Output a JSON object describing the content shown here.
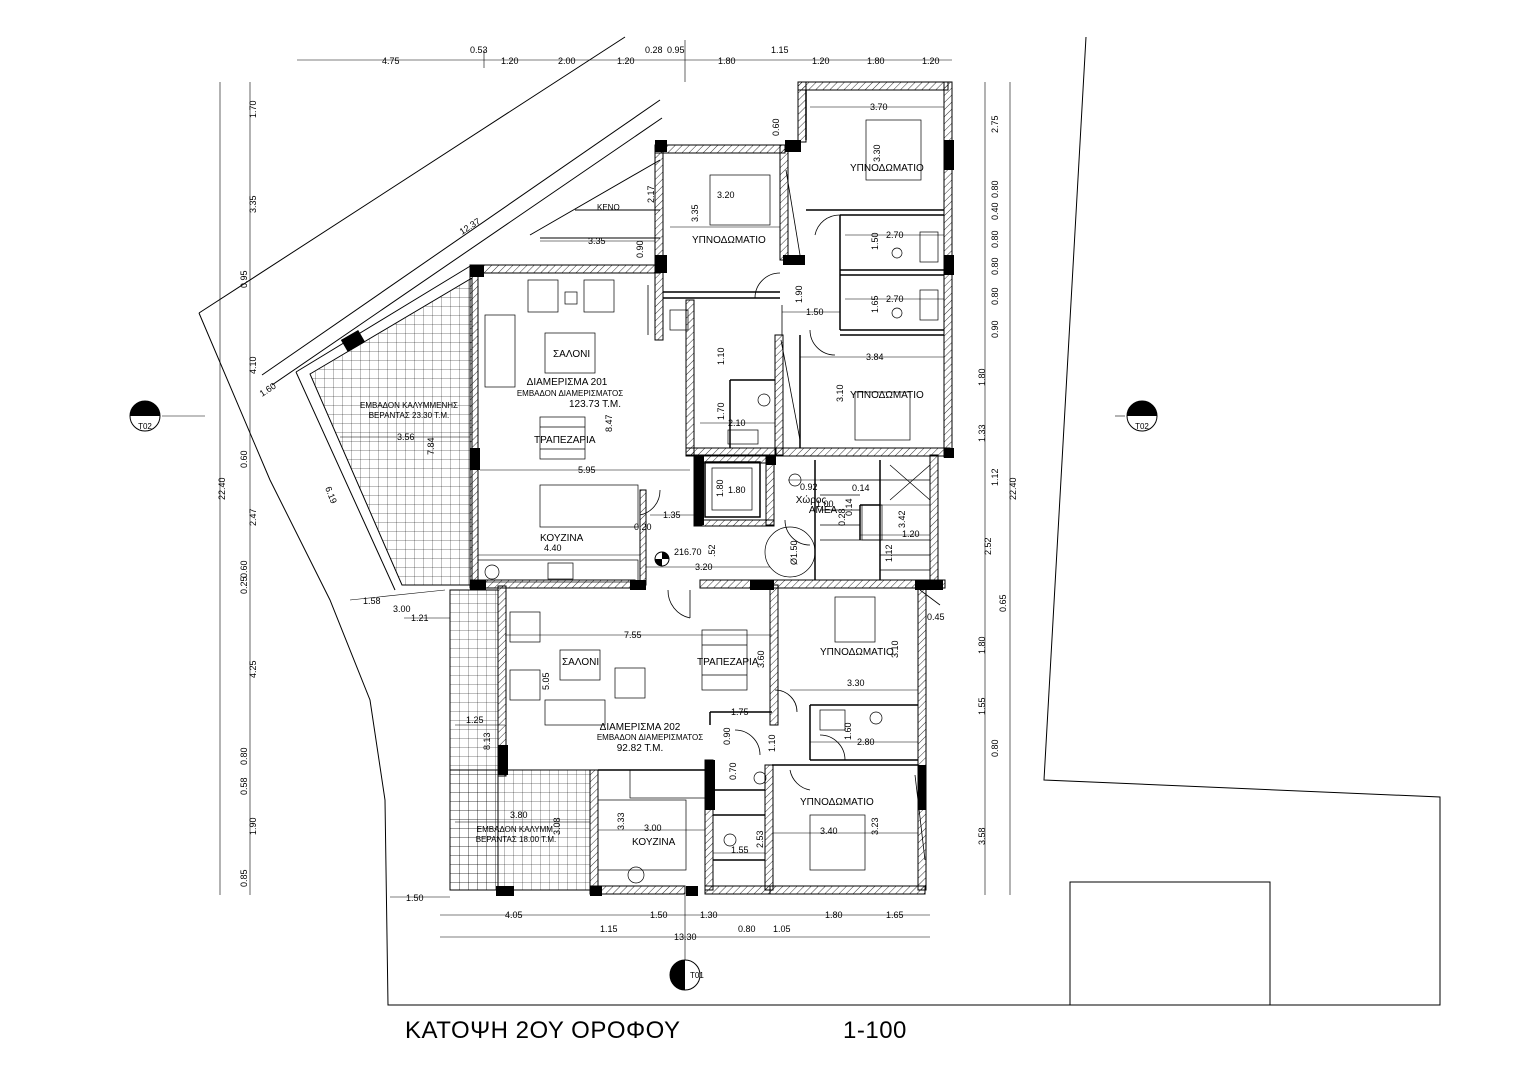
{
  "drawing": {
    "title": "ΚΑΤΟΨΗ 2ΟΥ ΟΡΟΦΟΥ",
    "scale": "1-100"
  },
  "apartments": [
    {
      "name": "ΔΙΑΜΕΡΙΣΜΑ 201",
      "area_label": "ΕΜΒΑΔΟΝ ΔΙΑΜΕΡΙΣΜΑΤΟΣ",
      "area_value": "123.73 Τ.Μ.",
      "rooms": {
        "living": "ΣΑΛΟΝΙ",
        "dining": "ΤΡΑΠΕΖΑΡΙΑ",
        "kitchen": "ΚΟΥΖΙΝΑ",
        "bedroom_a": "ΥΠΝΟΔΩΜΑΤΙΟ",
        "bedroom_b": "ΥΠΝΟΔΩΜΑΤΙΟ",
        "bedroom_c": "ΥΠΝΟΔΩΜΑΤΙΟ",
        "void": "ΚΕΝΟ"
      },
      "veranda_label": "ΕΜΒΑΔΟΝ ΚΑΛΥΜΜΕΝΗΣ",
      "veranda_value": "ΒΕΡΑΝΤΑΣ 23.30 Τ.Μ."
    },
    {
      "name": "ΔΙΑΜΕΡΙΣΜΑ 202",
      "area_label": "ΕΜΒΑΔΟΝ ΔΙΑΜΕΡΙΣΜΑΤΟΣ",
      "area_value": "92.82 Τ.Μ.",
      "rooms": {
        "living": "ΣΑΛΟΝΙ",
        "dining": "ΤΡΑΠΕΖΑΡΙΑ",
        "kitchen": "ΚΟΥΖΙΝΑ",
        "bedroom_a": "ΥΠΝΟΔΩΜΑΤΙΟ",
        "bedroom_b": "ΥΠΝΟΔΩΜΑΤΙΟ"
      },
      "veranda_label": "ΕΜΒΑΔΟΝ ΚΑΛΥΜΜ.",
      "veranda_value": "ΒΕΡΑΝΤΑΣ 18.00 Τ.Μ."
    }
  ],
  "accessible": {
    "line1": "Χώρος",
    "line2": "ΑΜΕΑ"
  },
  "level_mark": "216.70",
  "section_markers": {
    "left": "T02",
    "right": "T02",
    "bottom": "T01"
  },
  "dims": {
    "top": [
      "4.75",
      "0.53",
      "1.20",
      "2.00",
      "1.20",
      "0.28",
      "0.95",
      "1.80",
      "1.15",
      "1.20",
      "1.80",
      "1.20"
    ],
    "bottom1": [
      "4.05",
      "1.50",
      "1.30",
      "1.80",
      "1.65"
    ],
    "bottom2": [
      "1.15",
      "13.30",
      "0.80",
      "1.05"
    ],
    "left_chain": [
      "1.70",
      "3.35",
      "0.95",
      "4.10",
      "0.60",
      "2.47",
      "0.25",
      "0.60",
      "4.25",
      "0.80",
      "0.58",
      "1.90",
      "0.85"
    ],
    "left_total": "22.40",
    "right_chain": [
      "2.75",
      "0.80",
      "0.40",
      "0.80",
      "0.80",
      "0.80",
      "0.90",
      "1.80",
      "1.33",
      "1.12",
      "2.52",
      "0.65",
      "1.80",
      "1.55",
      "0.80",
      "3.58"
    ],
    "right_total": "22.40",
    "inner": {
      "d_370": "3.70",
      "d_330": "3.30",
      "d_320": "3.20",
      "d_335": "3.35",
      "d_217": "2.17",
      "d_090a": "0.90",
      "d_335b": "3.35",
      "d_060": "0.60",
      "d_270a": "2.70",
      "d_150a": "1.50",
      "d_270b": "2.70",
      "d_165": "1.65",
      "d_190": "1.90",
      "d_150b": "1.50",
      "d_384": "3.84",
      "d_310a": "3.10",
      "d_110a": "1.10",
      "d_170": "1.70",
      "d_210": "2.10",
      "d_1237": "12.37",
      "d_160": "1.60",
      "d_356": "3.56",
      "d_784": "7.84",
      "d_847": "8.47",
      "d_595": "5.95",
      "d_619": "6.19",
      "d_180a": "1.80",
      "d_180b": "1.80",
      "d_092": "0.92",
      "d_014a": "0.14",
      "d_014b": "0.14",
      "d_028": "0.28",
      "d_100": "1.00",
      "d_342": "3.42",
      "d_120": "1.20",
      "d_112": "1.12",
      "d_135": "1.35",
      "d_020": "0.20",
      "d_440": "4.40",
      "d_052": ".52",
      "d_150c": "Ø1.50",
      "d_320b": "3.20",
      "d_158": "1.58",
      "d_300": "3.00",
      "d_121": "1.21",
      "d_755": "7.55",
      "d_360": "3.60",
      "d_505": "5.05",
      "d_175": "1.75",
      "d_045": "0.45",
      "d_310b": "3.10",
      "d_330b": "3.30",
      "d_125": "1.25",
      "d_813": "8.13",
      "d_090b": "0.90",
      "d_110b": "1.10",
      "d_160b": "1.60",
      "d_280": "2.80",
      "d_070": "0.70",
      "d_380": "3.80",
      "d_308": "3.08",
      "d_333": "3.33",
      "d_300b": "3.00",
      "d_253": "2.53",
      "d_155": "1.55",
      "d_340": "3.40",
      "d_323": "3.23",
      "d_150d": "1.50"
    }
  }
}
